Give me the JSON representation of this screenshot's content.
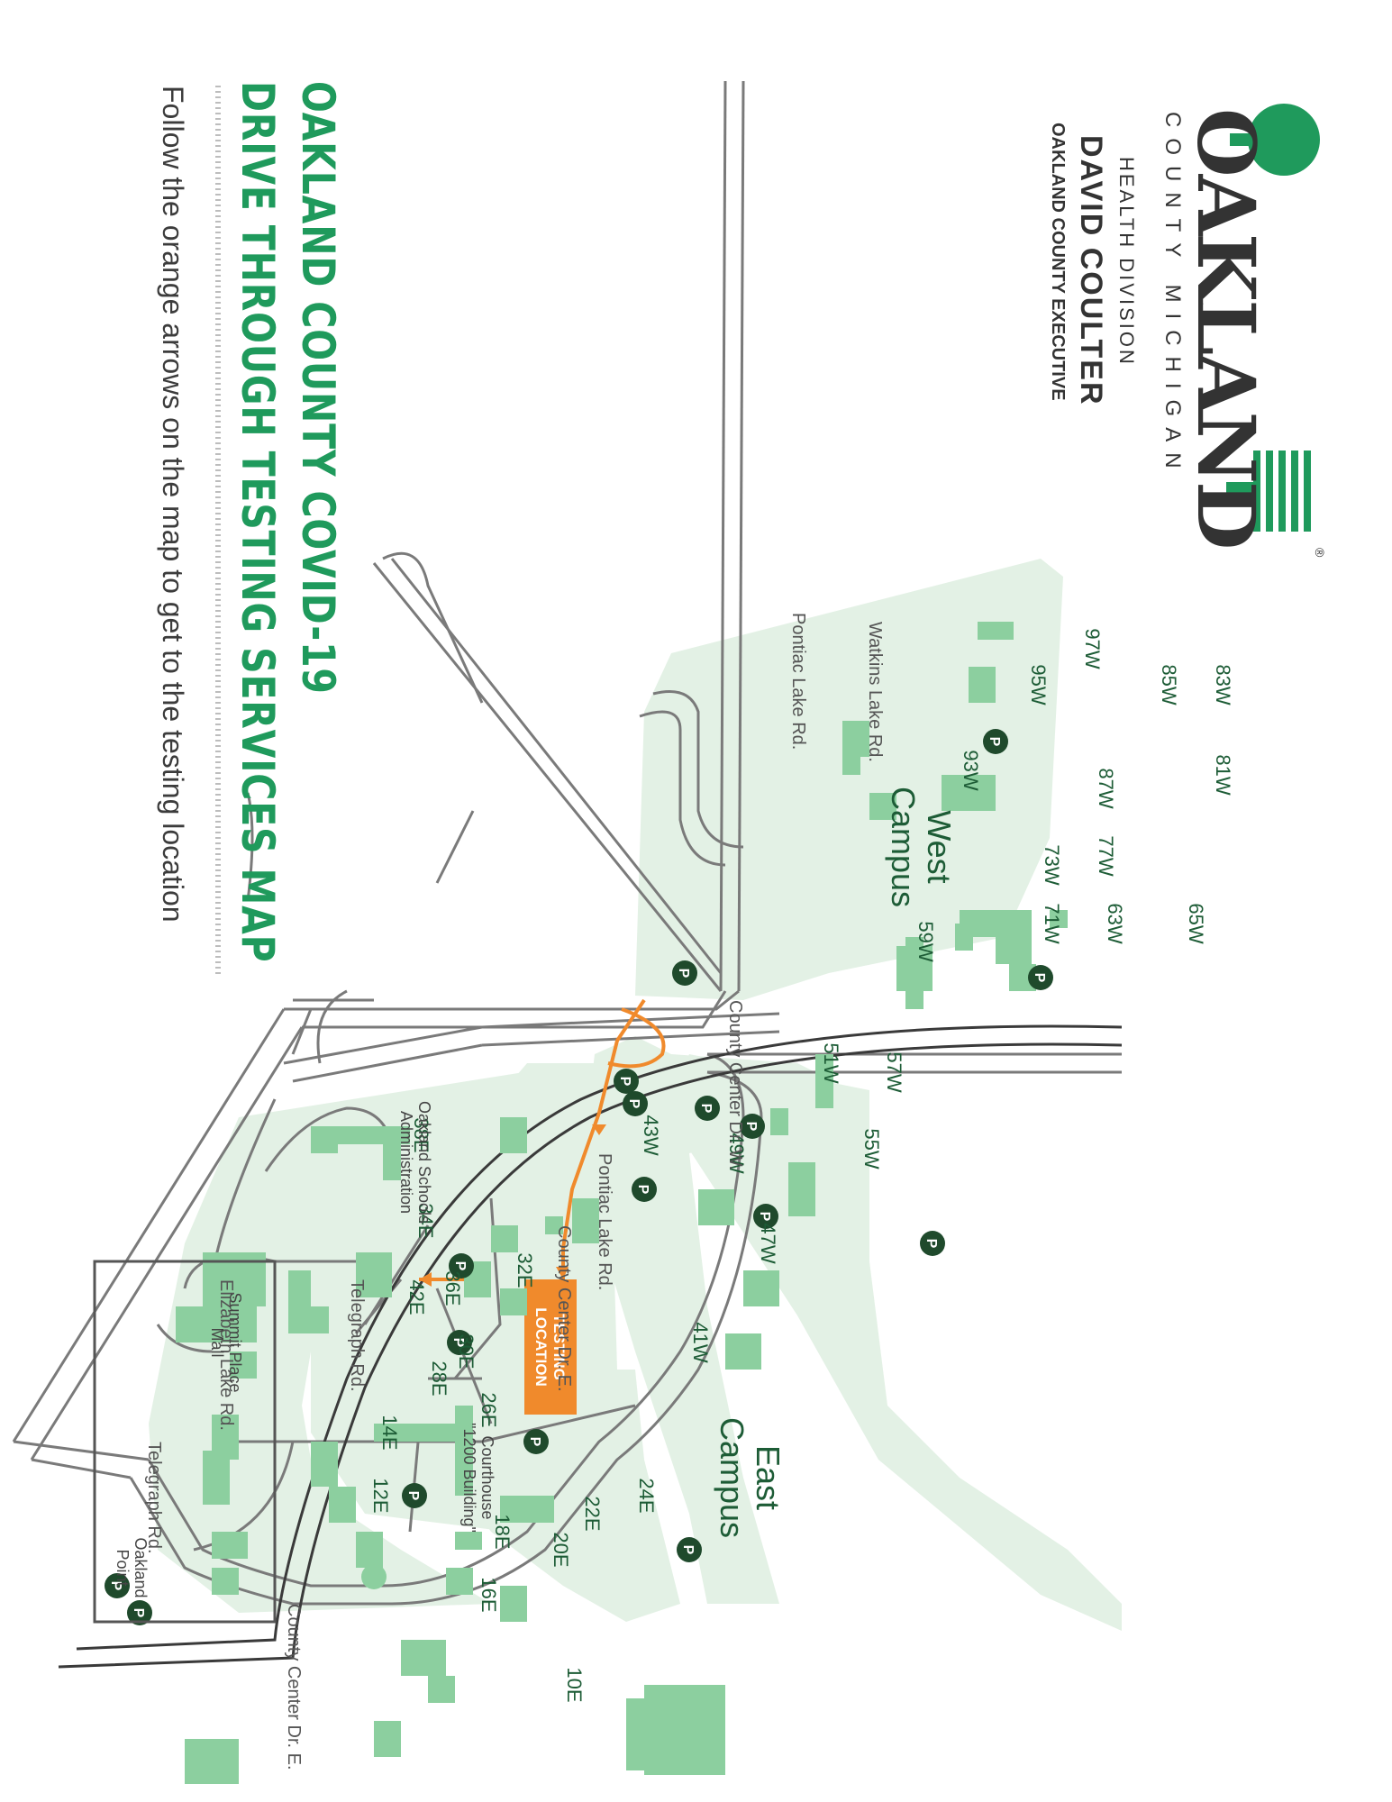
{
  "title": "OAKLAND COUNTY COVID-19",
  "subtitle": "DRIVE THROUGH TESTING SERVICES MAP",
  "instructions": "Follow the orange arrows on the map to get to the testing location",
  "logo": {
    "wordmark": "OAKLAND",
    "state_line": "COUNTY MICHIGAN",
    "registered": "®",
    "division": "HEALTH DIVISION",
    "executive_name": "DAVID COULTER",
    "executive_title": "OAKLAND COUNTY EXECUTIVE"
  },
  "campuses": {
    "west": [
      "West",
      "Campus"
    ],
    "east": [
      "East",
      "Campus"
    ]
  },
  "roads": {
    "watkins": "Watkins Lake Rd.",
    "pontiac_top": "Pontiac Lake Rd.",
    "pontiac_diag": "Pontiac Lake Rd.",
    "county_center_w": "County Center Dr. W.",
    "county_center_e_upper": "County Center Dr. E.",
    "county_center_e_lower": "County Center Dr. E.",
    "telegraph": "Telegraph Rd.",
    "telegraph_inset": "Telegraph Rd.",
    "elizabeth": "Elizabeth Lake Rd."
  },
  "places": {
    "oakland_schools": [
      "Oakland Schools",
      "Administration"
    ],
    "summit_place": [
      "Summit Place",
      "Mall"
    ],
    "oakland_point": [
      "Oakland",
      "Point"
    ],
    "courthouse": [
      "Courthouse",
      "\"1200 Building\""
    ]
  },
  "testing_location": [
    "TESTING",
    "LOCATION"
  ],
  "parking_symbol": "P",
  "buildings": [
    "97W",
    "95W",
    "93W",
    "85W",
    "83W",
    "81W",
    "87W",
    "77W",
    "73W",
    "71W",
    "65W",
    "63W",
    "59W",
    "57W",
    "51W",
    "55W",
    "49W",
    "43W",
    "47W",
    "41W",
    "38E",
    "34E",
    "36E",
    "32E",
    "42E",
    "30E",
    "28E",
    "26E",
    "14E",
    "12E",
    "24E",
    "22E",
    "18E",
    "20E",
    "16E",
    "10E"
  ],
  "colors": {
    "campus_fill": "#e3f1e5",
    "building": "#8ccf9f",
    "parking_fill": "#1f4a2c",
    "accent_green": "#1f9a5c",
    "orange": "#f08a2c",
    "road_outline": "#7a7a7a",
    "highway": "#3a3a3a"
  }
}
